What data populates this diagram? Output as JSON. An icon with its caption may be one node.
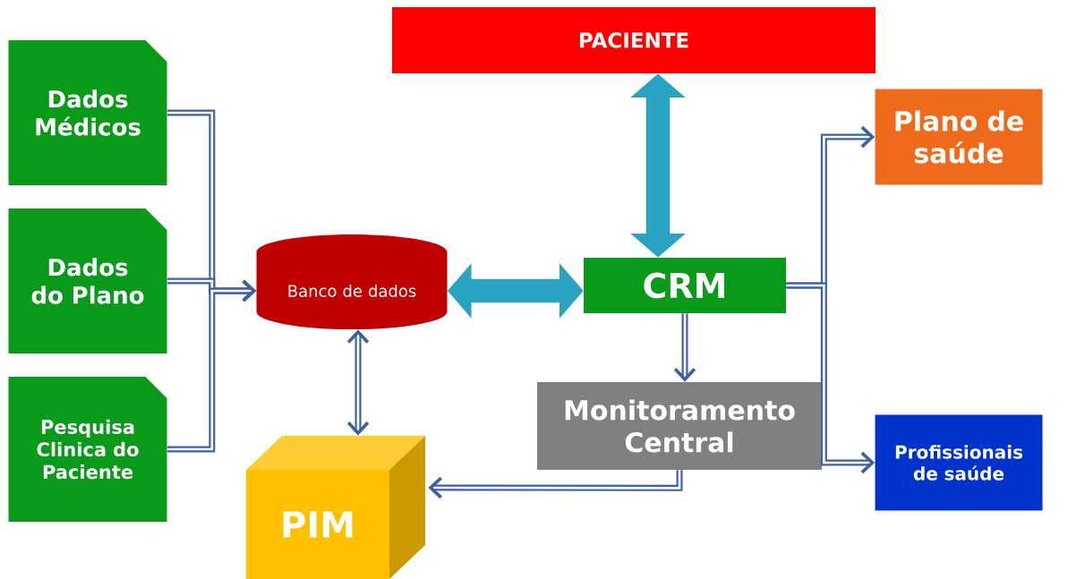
{
  "diagram": {
    "nodes": [
      {
        "text": [
          "Dados Médicos"
        ]
      },
      {
        "text": [
          "Dados do Plano"
        ]
      },
      {
        "text": [
          "Pesquisa Clinica do Paciente"
        ]
      },
      {
        "text": [
          "PACIENTE"
        ]
      },
      {
        "text": [
          "Plano de saúde"
        ]
      },
      {
        "text": [
          "Banco de dados"
        ]
      },
      {
        "text": [
          "CRM"
        ]
      },
      {
        "text": [
          "Monitoramento Central"
        ]
      },
      {
        "text": [
          "Profissionais de saúde"
        ]
      },
      {
        "text": [
          "PIM"
        ]
      }
    ],
    "edges": [
      {
        "from": 0,
        "to": 5,
        "arrow": "to"
      },
      {
        "from": 1,
        "to": 5,
        "arrow": "to"
      },
      {
        "from": 2,
        "to": 5,
        "arrow": "to"
      },
      {
        "from": 3,
        "to": 6,
        "arrow": "both",
        "style": "thick",
        "color": "#29a3c1"
      },
      {
        "from": 5,
        "to": 6,
        "arrow": "both",
        "style": "thick",
        "color": "#29a3c1"
      },
      {
        "from": 5,
        "to": 9,
        "arrow": "both"
      },
      {
        "from": 6,
        "to": 7,
        "arrow": "to"
      },
      {
        "from": 7,
        "to": 9,
        "arrow": "to"
      },
      {
        "from": 6,
        "to": 4,
        "arrow": "to"
      },
      {
        "from": 6,
        "to": 8,
        "arrow": "to"
      }
    ]
  }
}
